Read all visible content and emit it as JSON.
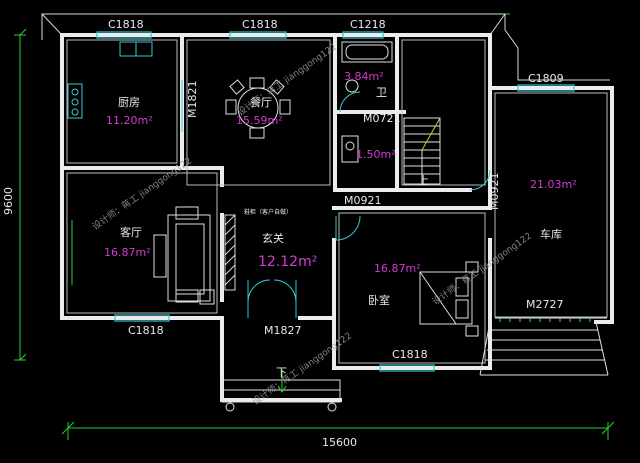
{
  "rooms": {
    "kitchen": {
      "name": "厨房",
      "area": "11.20m²"
    },
    "dining": {
      "name": "餐厅",
      "area": "15.59m²"
    },
    "bath": {
      "name": "卫",
      "area": "3.84m²"
    },
    "storage": {
      "area": "1.50m²"
    },
    "living": {
      "name": "客厅",
      "area": "16.87m²"
    },
    "foyer": {
      "name": "玄关",
      "area": "12.12m²"
    },
    "bedroom": {
      "name": "卧室",
      "area": "16.87m²"
    },
    "garage": {
      "name": "车库",
      "area": "21.03m²"
    }
  },
  "windows": {
    "top_left": "C1818",
    "top_mid": "C1818",
    "top_right": "C1218",
    "garage_top": "C1809",
    "living_bottom": "C1818",
    "bedroom_bottom": "C1818"
  },
  "doors": {
    "kitchen": "M1821",
    "bath": "M0721",
    "foyer_bedroom": "M0921",
    "garage_side": "M0921",
    "entrance": "M1827",
    "garage_main": "M2727"
  },
  "labels": {
    "stair_up": "上",
    "entrance_down": "下",
    "shoe_cabinet": "鞋柜（客户自做）"
  },
  "dimensions": {
    "width": "15600",
    "height": "9600"
  },
  "watermark": "设计师：蒋工 jianggong122"
}
